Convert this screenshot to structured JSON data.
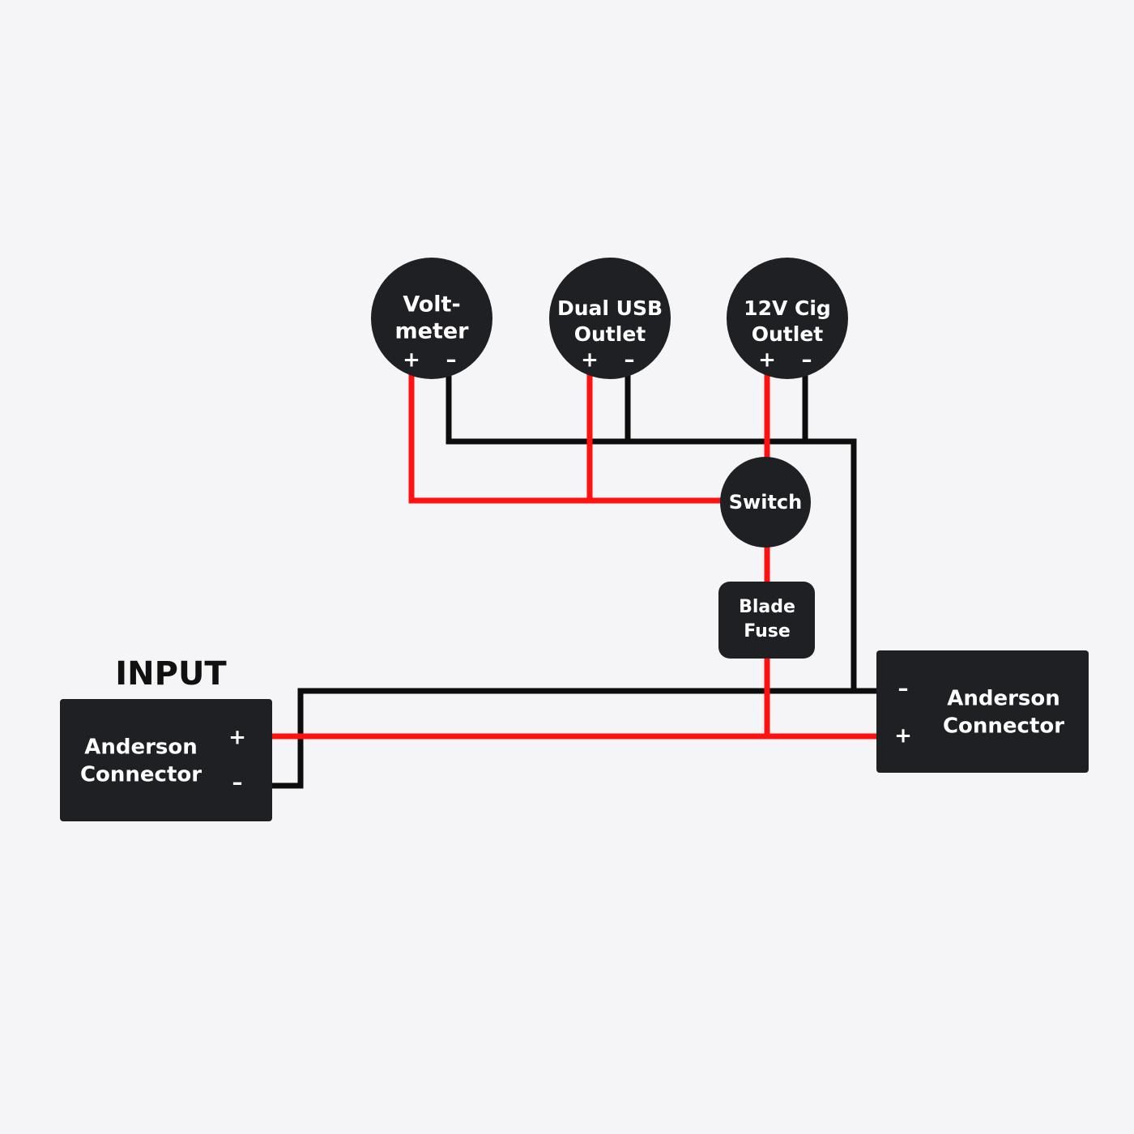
{
  "colors": {
    "background": "#f5f5f7",
    "node_fill": "#1f2024",
    "positive_wire": "#ff1111",
    "negative_wire": "#0d0d0d",
    "node_text": "#ffffff"
  },
  "input_label": "INPUT",
  "input_connector": {
    "line1": "Anderson",
    "line2": "Connector",
    "plus": "+",
    "minus": "–"
  },
  "output_connector": {
    "line1": "Anderson",
    "line2": "Connector",
    "plus": "+",
    "minus": "–"
  },
  "voltmeter": {
    "line1": "Volt-",
    "line2": "meter",
    "plus": "+",
    "minus": "–"
  },
  "usb_outlet": {
    "line1": "Dual USB",
    "line2": "Outlet",
    "plus": "+",
    "minus": "–"
  },
  "cig_outlet": {
    "line1": "12V Cig",
    "line2": "Outlet",
    "plus": "+",
    "minus": "–"
  },
  "switch": {
    "label": "Switch"
  },
  "fuse": {
    "line1": "Blade",
    "line2": "Fuse"
  }
}
